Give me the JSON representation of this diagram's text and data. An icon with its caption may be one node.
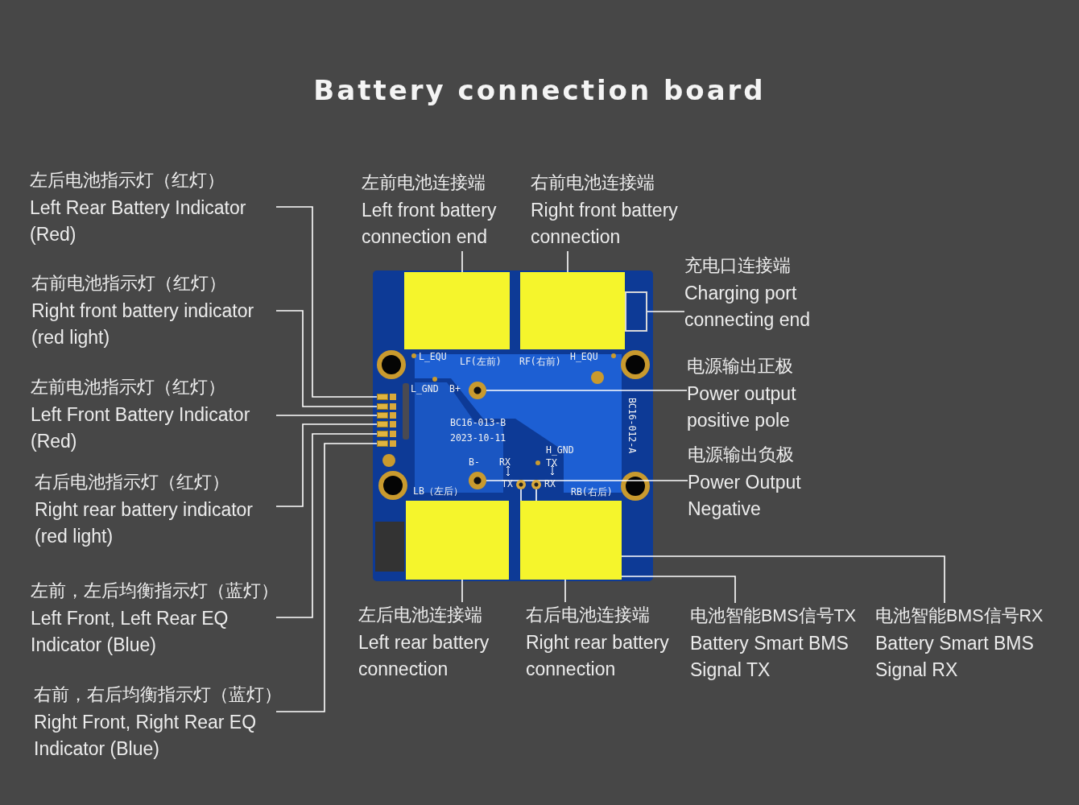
{
  "diagram": {
    "title": "Battery connection board",
    "nodes": [
      {
        "text": [
          "左后电池指示灯（红灯）",
          "Left Rear Battery Indicator (Red)"
        ]
      },
      {
        "text": [
          "右前电池指示灯（红灯）",
          "Right front battery indicator (red light)"
        ]
      },
      {
        "text": [
          "左前电池指示灯（红灯）",
          "Left Front Battery Indicator (Red)"
        ]
      },
      {
        "text": [
          "右后电池指示灯（红灯）",
          "Right rear battery indicator (red light)"
        ]
      },
      {
        "text": [
          "左前，左后均衡指示灯（蓝灯）",
          "Left Front, Left Rear EQ Indicator (Blue)"
        ]
      },
      {
        "text": [
          "右前，右后均衡指示灯（蓝灯）",
          "Right Front, Right Rear EQ Indicator (Blue)"
        ]
      },
      {
        "text": [
          "左前电池连接端",
          "Left front battery connection end"
        ]
      },
      {
        "text": [
          "右前电池连接端",
          "Right front battery connection"
        ]
      },
      {
        "text": [
          "充电口连接端",
          "Charging port connecting end"
        ]
      },
      {
        "text": [
          "电源输出正极",
          "Power output positive pole"
        ]
      },
      {
        "text": [
          "电源输出负极",
          "Power Output Negative"
        ]
      },
      {
        "text": [
          "左后电池连接端",
          "Left rear battery connection"
        ]
      },
      {
        "text": [
          "右后电池连接端",
          "Right rear battery connection"
        ]
      },
      {
        "text": [
          "电池智能BMS信号TX",
          "Battery Smart BMS Signal TX"
        ]
      },
      {
        "text": [
          "电池智能BMS信号RX",
          "Battery Smart BMS Signal RX"
        ]
      },
      {
        "text": [],
        "shape": "box"
      },
      {
        "text": [],
        "shape": "box"
      },
      {
        "text": [],
        "shape": "box"
      },
      {
        "text": [],
        "shape": "box"
      },
      {
        "text": [],
        "shape": "box"
      },
      {
        "text": [],
        "shape": "box"
      },
      {
        "text": [],
        "shape": "box"
      },
      {
        "text": [],
        "shape": "box"
      },
      {
        "text": [],
        "shape": "box"
      },
      {
        "text": [],
        "shape": "circle"
      },
      {
        "text": [],
        "shape": "circle"
      },
      {
        "text": [],
        "shape": "box"
      },
      {
        "text": [],
        "shape": "box"
      },
      {
        "text": [],
        "shape": "circle"
      },
      {
        "text": [],
        "shape": "circle"
      }
    ],
    "edges": [
      {
        "from": 0,
        "to": 15,
        "arrow": "none"
      },
      {
        "from": 1,
        "to": 16,
        "arrow": "none"
      },
      {
        "from": 2,
        "to": 17,
        "arrow": "none"
      },
      {
        "from": 3,
        "to": 18,
        "arrow": "none"
      },
      {
        "from": 4,
        "to": 19,
        "arrow": "none"
      },
      {
        "from": 5,
        "to": 20,
        "arrow": "none"
      },
      {
        "from": 6,
        "to": 21,
        "arrow": "none"
      },
      {
        "from": 7,
        "to": 22,
        "arrow": "none"
      },
      {
        "from": 8,
        "to": 23,
        "arrow": "none"
      },
      {
        "from": 9,
        "to": 24,
        "arrow": "none"
      },
      {
        "from": 10,
        "to": 25,
        "arrow": "none"
      },
      {
        "from": 11,
        "to": 26,
        "arrow": "none"
      },
      {
        "from": 12,
        "to": 27,
        "arrow": "none"
      },
      {
        "from": 13,
        "to": 28,
        "arrow": "none"
      },
      {
        "from": 14,
        "to": 29,
        "arrow": "none"
      }
    ],
    "labels": [
      "L_EQU",
      "LF(左前)",
      "RF(右前)",
      "H_EQU",
      "L_GND",
      "B+",
      "BC16-013-B",
      "BC16-012-A",
      "2023-10-11",
      "H_GND",
      "B-",
      "RX",
      "TX",
      "TX",
      "RX",
      "LB（左后）",
      "RB(右后)"
    ]
  }
}
